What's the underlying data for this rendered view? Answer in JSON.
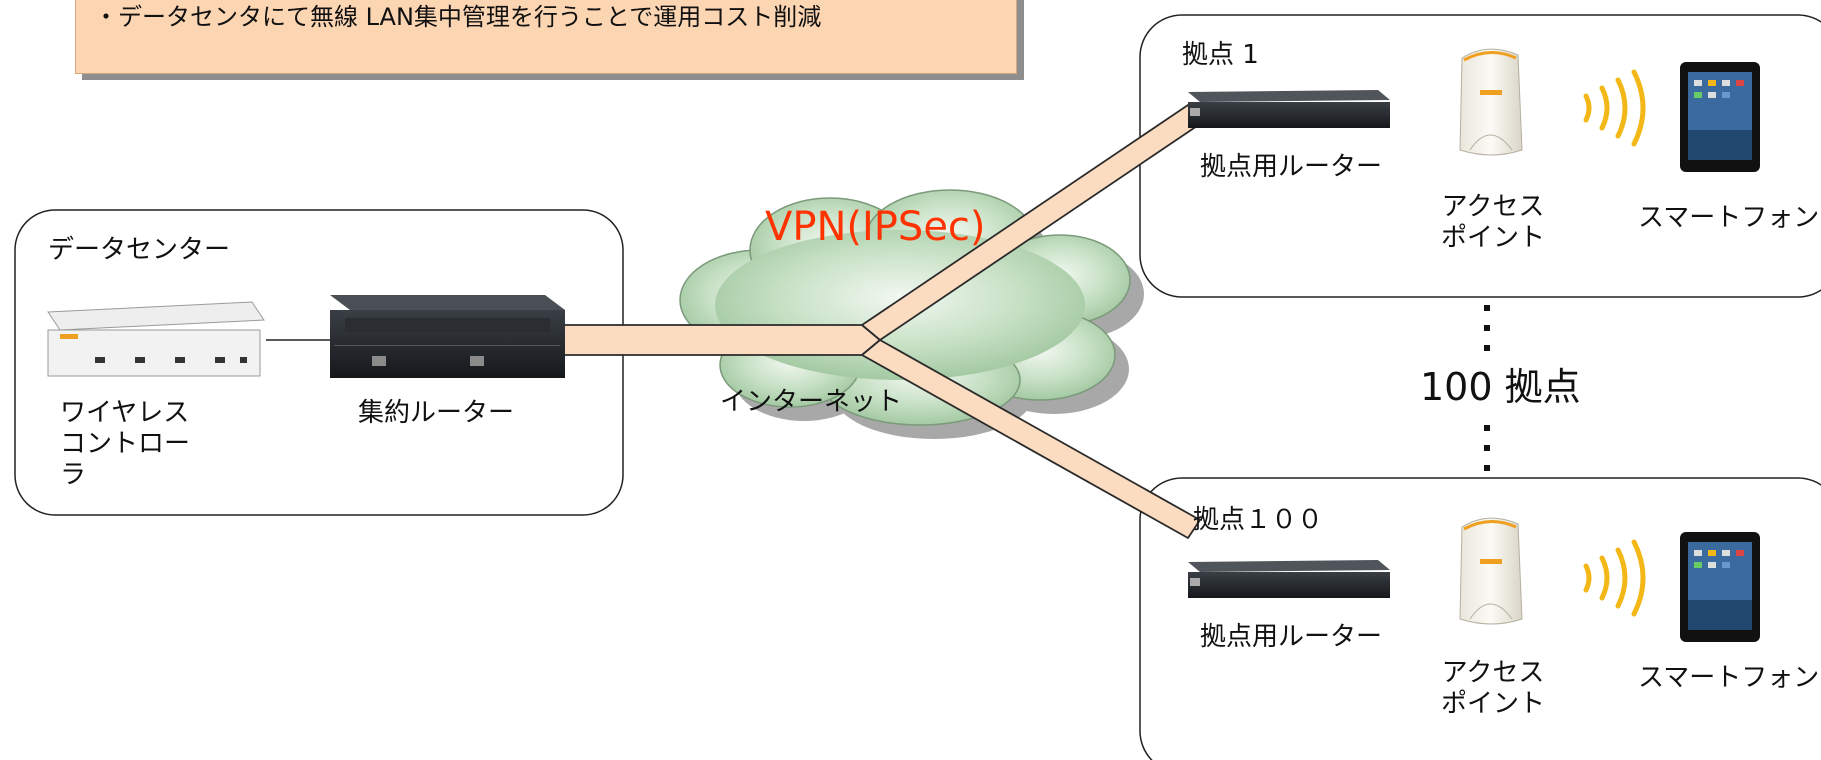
{
  "banner": {
    "text": "・データセンタにて無線 LAN集中管理を行うことで運用コスト削減"
  },
  "datacenter": {
    "title": "データセンター",
    "controller_label": "ワイヤレス\nコントローラ",
    "router_label": "集約ルーター"
  },
  "network": {
    "vpn_label": "VPN(IPSec)",
    "internet_label": "インターネット"
  },
  "sites": {
    "count_label": "100 拠点",
    "items": [
      {
        "title": "拠点 1",
        "router_label": "拠点用ルーター",
        "ap_label": "アクセス\nポイント",
        "device_label": "スマートフォン"
      },
      {
        "title": "拠点１００",
        "router_label": "拠点用ルーター",
        "ap_label": "アクセス\nポイント",
        "device_label": "スマートフォン"
      }
    ]
  },
  "colors": {
    "banner_bg": "#fcd5b2",
    "tunnel_fill": "#fbdcc0",
    "cloud_fill": "#b9d8b8",
    "vpn_text": "#ff3300",
    "wifi_arc": "#f3b817"
  }
}
